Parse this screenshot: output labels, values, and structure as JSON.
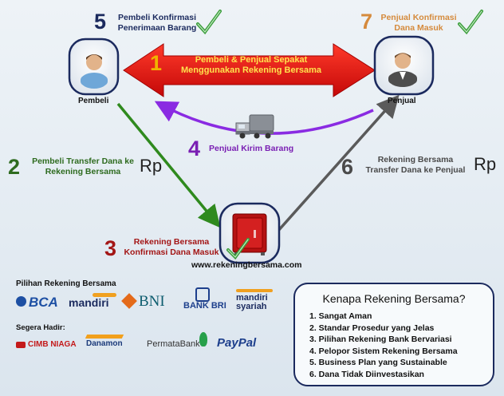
{
  "diagram": {
    "steps": [
      {
        "number": "1",
        "text_lines": [
          "Pembeli & Penjual Sepakat",
          "Menggunakan Rekening Bersama"
        ]
      },
      {
        "number": "2",
        "text_lines": [
          "Pembeli Transfer Dana ke",
          "Rekening Bersama"
        ]
      },
      {
        "number": "3",
        "text_lines": [
          "Rekening Bersama",
          "Konfirmasi Dana Masuk"
        ]
      },
      {
        "number": "4",
        "text_lines": [
          "Penjual Kirim Barang"
        ]
      },
      {
        "number": "5",
        "text_lines": [
          "Pembeli Konfirmasi",
          "Penerimaan Barang"
        ]
      },
      {
        "number": "6",
        "text_lines": [
          "Rekening Bersama",
          "Transfer Dana ke Penjual"
        ]
      },
      {
        "number": "7",
        "text_lines": [
          "Penjual Konfirmasi",
          "Dana Masuk"
        ]
      }
    ],
    "nodes": {
      "buyer": "Pembeli",
      "seller": "Penjual"
    },
    "currency_symbol": "Rp",
    "website": "www.rekeningbersama.com"
  },
  "banks": {
    "heading": "Pilihan Rekening Bersama",
    "current": [
      "BCA",
      "mandiri",
      "BNI",
      "BANK BRI",
      "mandiri syariah"
    ],
    "coming_heading": "Segera Hadir:",
    "coming": [
      "CIMB NIAGA",
      "Danamon",
      "PermataBank",
      "PayPal"
    ]
  },
  "reasons": {
    "title": "Kenapa Rekening Bersama?",
    "items": [
      "1. Sangat Aman",
      "2. Standar Prosedur yang Jelas",
      "3. Pilihan Rekening Bank Bervariasi",
      "4. Pelopor Sistem Rekening Bersama",
      "5. Business Plan yang Sustainable",
      "6. Dana Tidak Diinvestasikan"
    ]
  },
  "colors": {
    "step1": "#f0b400",
    "step2": "#2e6b1f",
    "step3": "#a31616",
    "step4": "#7a1fb3",
    "step5": "#1b2a5e",
    "step6": "#4a4a4a",
    "step7": "#d58a3c",
    "red_arrow": "#e01010",
    "green_arrow": "#2f8a1e",
    "purple_arrow": "#8a2be2",
    "gray_arrow": "#5a5a5a",
    "node_border": "#1b2a5e"
  },
  "icons": [
    "buyer-person-icon",
    "seller-person-icon",
    "safe-icon",
    "truck-icon",
    "checkmark-icon"
  ]
}
